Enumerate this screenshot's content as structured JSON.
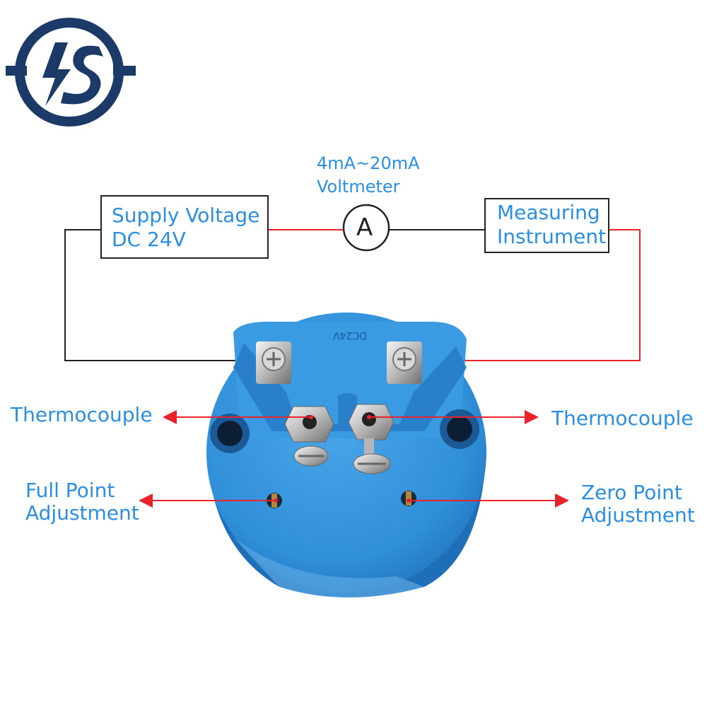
{
  "logo": {
    "name": "brand-logo",
    "color": "#1b3a67"
  },
  "colors": {
    "label": "#2a8fe0",
    "wire_red": "#e8232a",
    "wire_black": "#222222",
    "body_blue": "#2f8fd8"
  },
  "ammeter": {
    "title_line1": "4mA~20mA",
    "title_line2": "Voltmeter",
    "symbol": "A"
  },
  "supply_box": {
    "line1": "Supply Voltage",
    "line2": "DC 24V"
  },
  "instrument_box": {
    "line1": "Measuring",
    "line2": "Instrument"
  },
  "device": {
    "top_marking": "DC24V"
  },
  "labels": {
    "thermo_left": "Thermocouple",
    "thermo_right": "Thermocouple",
    "full_line1": "Full Point",
    "full_line2": "Adjustment",
    "zero_line1": "Zero Point",
    "zero_line2": "Adjustment"
  }
}
